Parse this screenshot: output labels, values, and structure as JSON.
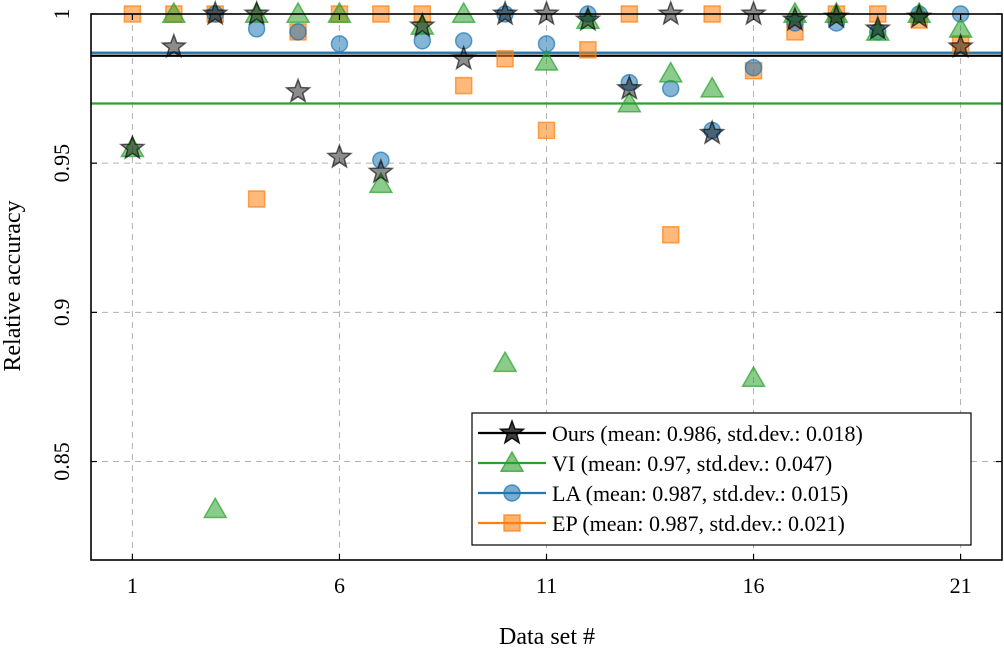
{
  "chart_data": {
    "type": "scatter",
    "xlabel": "Data set #",
    "ylabel": "Relative accuracy",
    "xlim": [
      0,
      22
    ],
    "ylim": [
      0.817,
      1.0
    ],
    "xticks": [
      1,
      6,
      11,
      16,
      21
    ],
    "yticks": [
      0.85,
      0.9,
      0.95,
      1
    ],
    "ytick_labels": [
      "0.85",
      "0.9",
      "0.95",
      "1"
    ],
    "grid": true,
    "legend_position": "bottom-right",
    "series": [
      {
        "name": "Ours (mean: 0.986, std.dev.: 0.018)",
        "marker": "star",
        "color": "#000000",
        "mean": 0.986,
        "points": [
          [
            1,
            0.955
          ],
          [
            2,
            0.989
          ],
          [
            3,
            1.0
          ],
          [
            4,
            1.0
          ],
          [
            5,
            0.974
          ],
          [
            6,
            0.952
          ],
          [
            7,
            0.947
          ],
          [
            8,
            0.996
          ],
          [
            9,
            0.985
          ],
          [
            10,
            1.0
          ],
          [
            11,
            1.0
          ],
          [
            12,
            0.998
          ],
          [
            13,
            0.975
          ],
          [
            14,
            1.0
          ],
          [
            15,
            0.96
          ],
          [
            16,
            1.0
          ],
          [
            17,
            0.998
          ],
          [
            18,
            0.999
          ],
          [
            19,
            0.995
          ],
          [
            20,
            0.999
          ],
          [
            21,
            0.989
          ]
        ]
      },
      {
        "name": "VI (mean: 0.97, std.dev.: 0.047)",
        "marker": "triangle",
        "color": "#2ca02c",
        "mean": 0.97,
        "points": [
          [
            1,
            0.955
          ],
          [
            2,
            1.0
          ],
          [
            3,
            0.834
          ],
          [
            4,
            1.0
          ],
          [
            5,
            1.0
          ],
          [
            6,
            1.0
          ],
          [
            7,
            0.943
          ],
          [
            8,
            0.996
          ],
          [
            9,
            1.0
          ],
          [
            10,
            0.883
          ],
          [
            11,
            0.984
          ],
          [
            12,
            0.998
          ],
          [
            13,
            0.97
          ],
          [
            14,
            0.98
          ],
          [
            15,
            0.975
          ],
          [
            16,
            0.878
          ],
          [
            17,
            1.0
          ],
          [
            18,
            1.0
          ],
          [
            19,
            0.994
          ],
          [
            20,
            1.0
          ],
          [
            21,
            0.995
          ]
        ]
      },
      {
        "name": "LA (mean: 0.987, std.dev.: 0.015)",
        "marker": "circle",
        "color": "#1f77b4",
        "mean": 0.987,
        "points": [
          [
            3,
            1.0
          ],
          [
            4,
            0.995
          ],
          [
            5,
            0.994
          ],
          [
            6,
            0.99
          ],
          [
            7,
            0.951
          ],
          [
            8,
            0.991
          ],
          [
            9,
            0.991
          ],
          [
            10,
            1.0
          ],
          [
            11,
            0.99
          ],
          [
            12,
            1.0
          ],
          [
            13,
            0.977
          ],
          [
            14,
            0.975
          ],
          [
            15,
            0.961
          ],
          [
            16,
            0.982
          ],
          [
            17,
            0.997
          ],
          [
            18,
            0.997
          ],
          [
            19,
            0.994
          ],
          [
            20,
            1.0
          ],
          [
            21,
            1.0
          ]
        ]
      },
      {
        "name": "EP (mean: 0.987, std.dev.: 0.021)",
        "marker": "square",
        "color": "#ff7f0e",
        "mean": 0.987,
        "points": [
          [
            1,
            1.0
          ],
          [
            2,
            1.0
          ],
          [
            3,
            1.0
          ],
          [
            4,
            0.938
          ],
          [
            5,
            0.994
          ],
          [
            6,
            1.0
          ],
          [
            7,
            1.0
          ],
          [
            8,
            1.0
          ],
          [
            9,
            0.976
          ],
          [
            10,
            0.985
          ],
          [
            11,
            0.961
          ],
          [
            12,
            0.988
          ],
          [
            13,
            1.0
          ],
          [
            14,
            0.926
          ],
          [
            15,
            1.0
          ],
          [
            16,
            0.981
          ],
          [
            17,
            0.994
          ],
          [
            18,
            1.0
          ],
          [
            19,
            1.0
          ],
          [
            20,
            0.998
          ],
          [
            21,
            0.99
          ]
        ]
      }
    ]
  }
}
